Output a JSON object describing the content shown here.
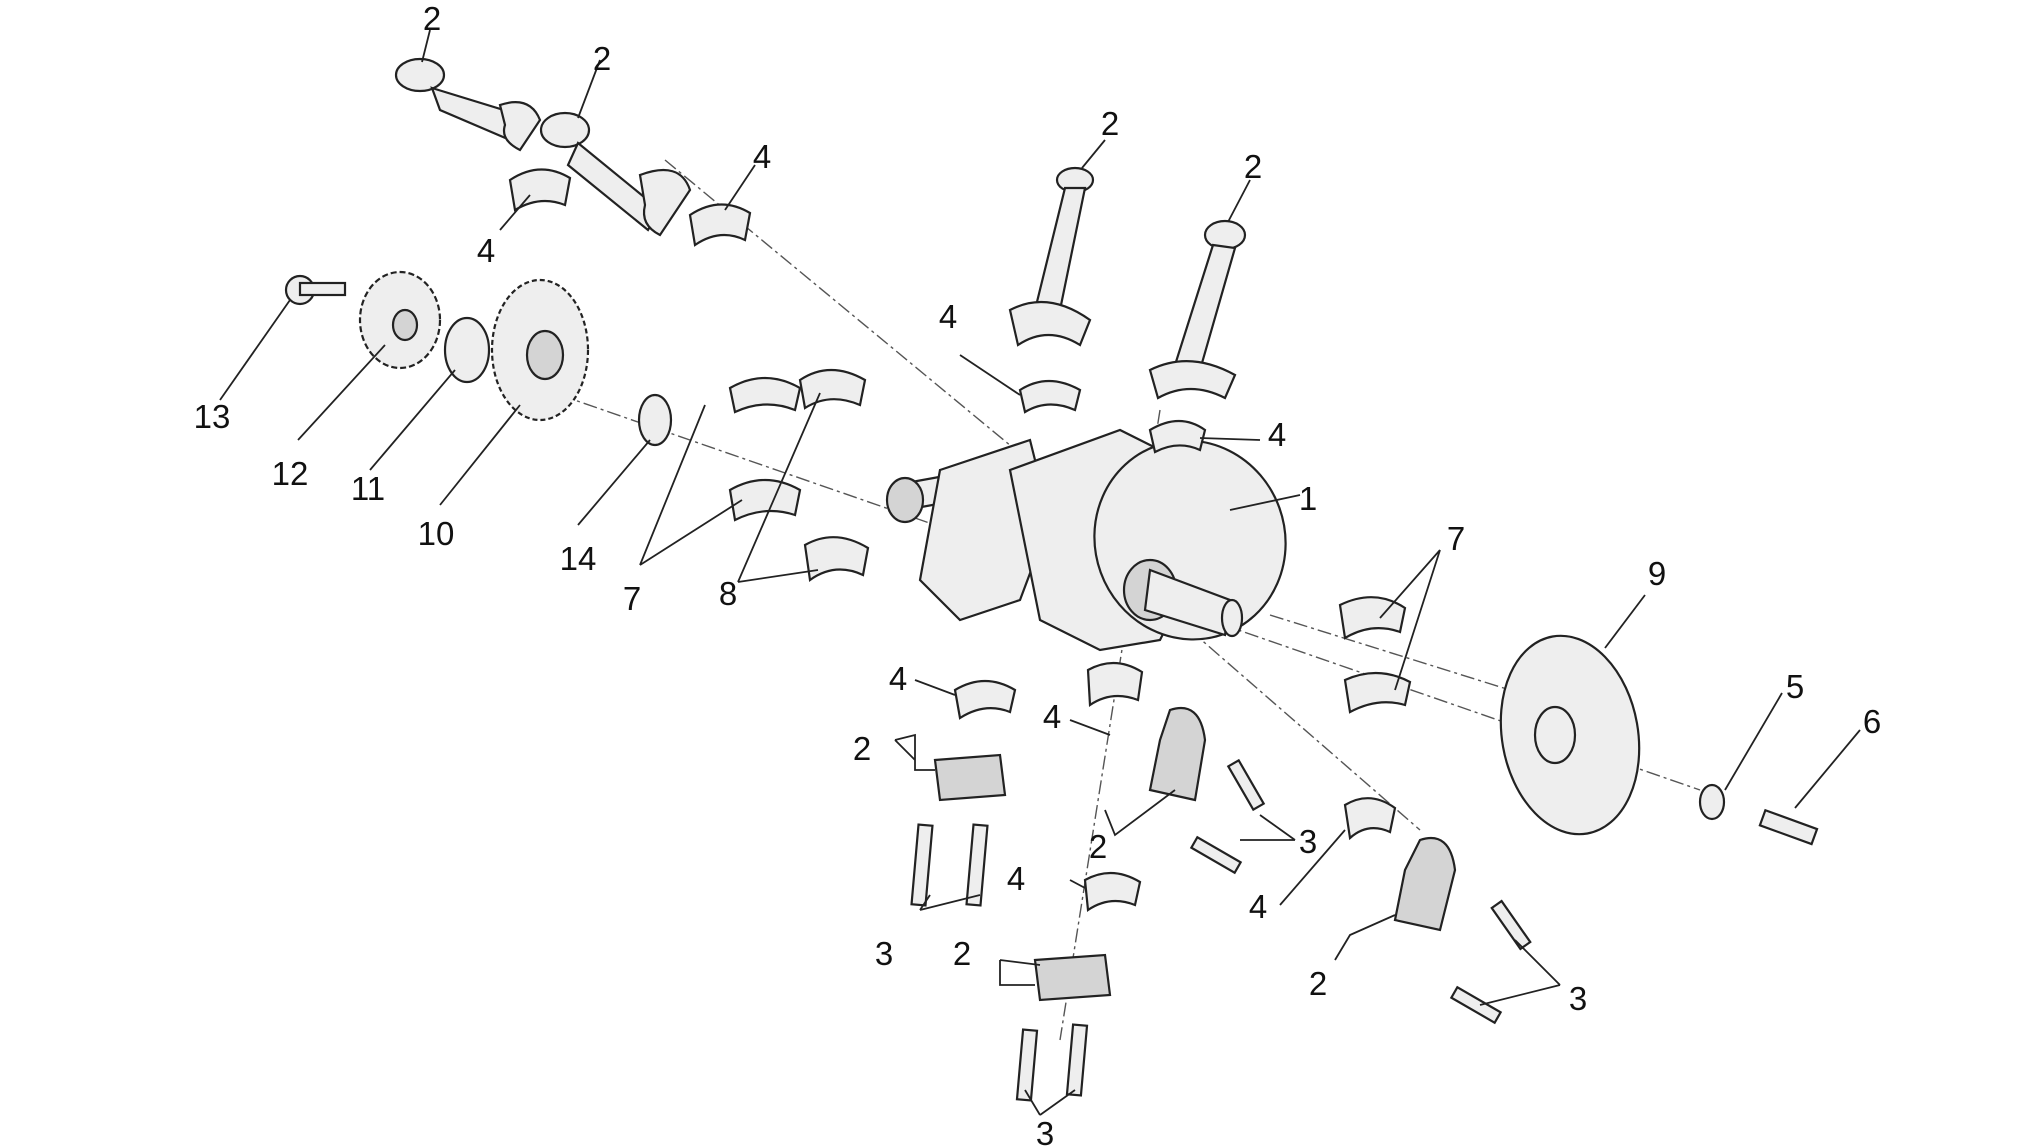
{
  "callouts": [
    {
      "id": "c2a",
      "text": "2"
    },
    {
      "id": "c2b",
      "text": "2"
    },
    {
      "id": "c4a",
      "text": "4"
    },
    {
      "id": "c4b",
      "text": "4"
    },
    {
      "id": "c2c",
      "text": "2"
    },
    {
      "id": "c2d",
      "text": "2"
    },
    {
      "id": "c4c",
      "text": "4"
    },
    {
      "id": "c4d",
      "text": "4"
    },
    {
      "id": "c1",
      "text": "1"
    },
    {
      "id": "c13",
      "text": "13"
    },
    {
      "id": "c12",
      "text": "12"
    },
    {
      "id": "c11",
      "text": "11"
    },
    {
      "id": "c10",
      "text": "10"
    },
    {
      "id": "c14",
      "text": "14"
    },
    {
      "id": "c7a",
      "text": "7"
    },
    {
      "id": "c8",
      "text": "8"
    },
    {
      "id": "c7b",
      "text": "7"
    },
    {
      "id": "c9",
      "text": "9"
    },
    {
      "id": "c5",
      "text": "5"
    },
    {
      "id": "c6",
      "text": "6"
    },
    {
      "id": "c4e",
      "text": "4"
    },
    {
      "id": "c2e",
      "text": "2"
    },
    {
      "id": "c4f",
      "text": "4"
    },
    {
      "id": "c2f",
      "text": "2"
    },
    {
      "id": "c3a",
      "text": "3"
    },
    {
      "id": "c3b",
      "text": "3"
    },
    {
      "id": "c4g",
      "text": "4"
    },
    {
      "id": "c2g",
      "text": "2"
    },
    {
      "id": "c4h",
      "text": "4"
    },
    {
      "id": "c2h",
      "text": "2"
    },
    {
      "id": "c3c",
      "text": "3"
    },
    {
      "id": "c3d",
      "text": "3"
    }
  ]
}
